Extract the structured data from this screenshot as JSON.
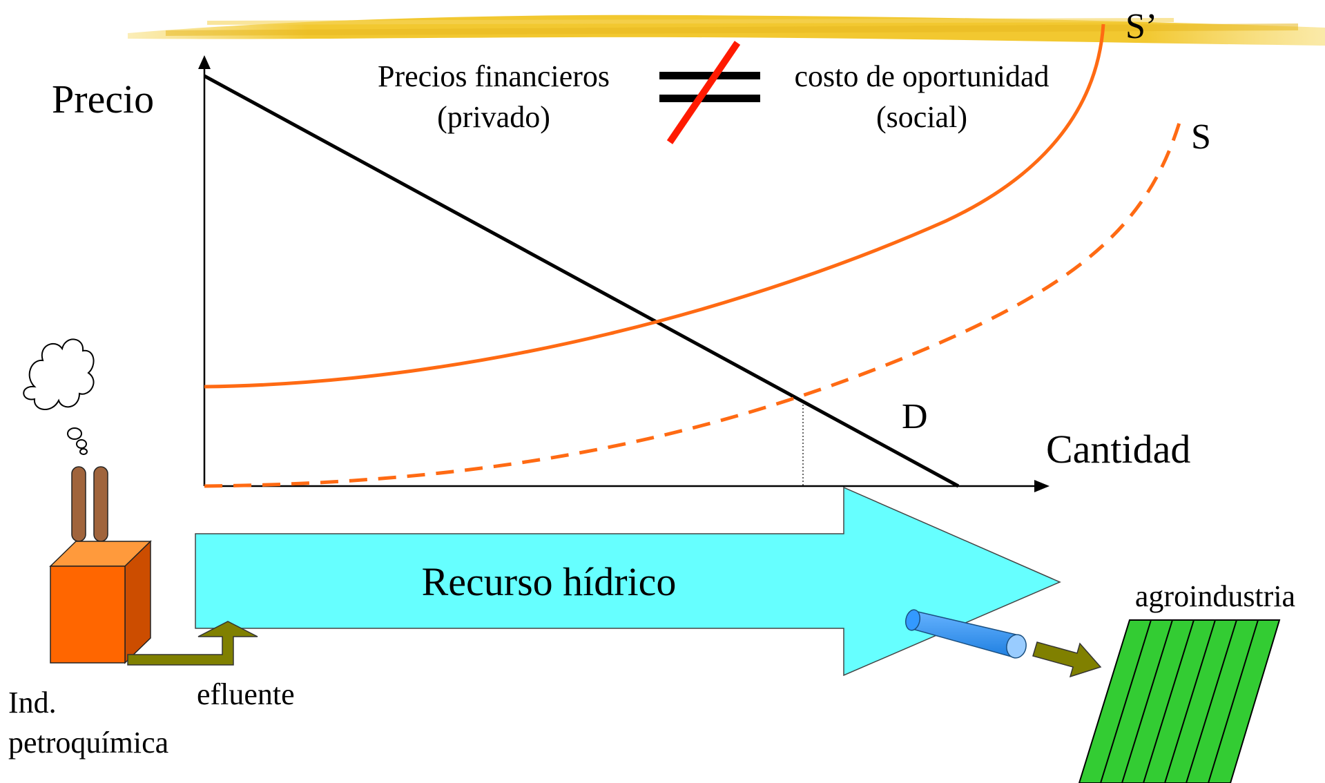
{
  "axes": {
    "y_label": "Precio",
    "x_label": "Cantidad"
  },
  "curves": {
    "demand_label": "D",
    "social_supply_label": "S’",
    "private_supply_label": "S"
  },
  "comparison": {
    "left_line1": "Precios financieros",
    "left_line2": "(privado)",
    "right_line1": "costo de oportunidad",
    "right_line2": "(social)"
  },
  "flow": {
    "resource_label": "Recurso  hídrico",
    "effluent_label": "efluente",
    "destination_label": "agroindustria",
    "source_label_line1": "Ind.",
    "source_label_line2": "petroquímica"
  },
  "colors": {
    "highlight": "#f2c830",
    "supply_curve": "#ff6a13",
    "demand_curve": "#000000",
    "not_equal_slash": "#ff1a00",
    "resource_arrow": "#66ffff",
    "factory": "#ff6600",
    "chimney": "#a0643c",
    "effluent_arrow": "#808000",
    "pipe": "#3399ff",
    "field": "#33cc33"
  }
}
